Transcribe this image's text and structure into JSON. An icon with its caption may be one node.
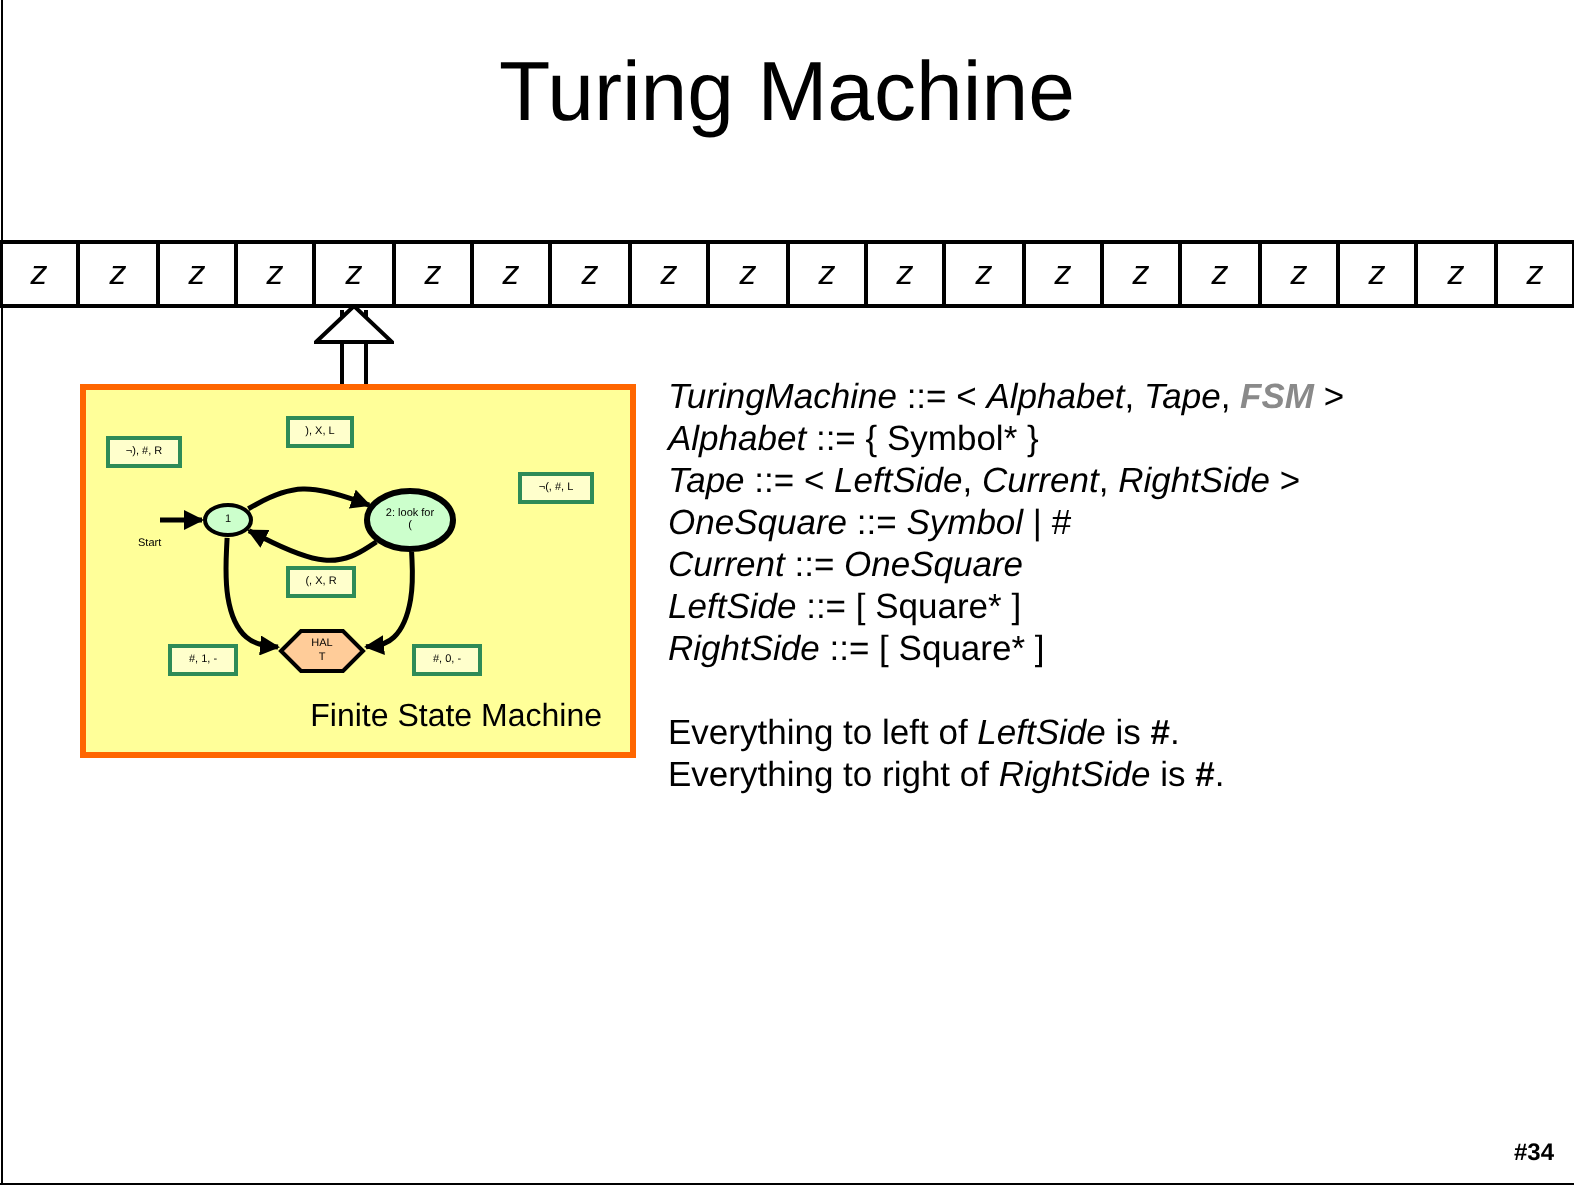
{
  "diagram": {
    "title": "Turing Machine",
    "nodes": [
      {
        "text": [
          "z"
        ]
      },
      {
        "text": [
          "z"
        ]
      },
      {
        "text": [
          "z"
        ]
      },
      {
        "text": [
          "z"
        ]
      },
      {
        "text": [
          "z"
        ]
      },
      {
        "text": [
          "z"
        ]
      },
      {
        "text": [
          "z"
        ]
      },
      {
        "text": [
          "z"
        ]
      },
      {
        "text": [
          "z"
        ]
      },
      {
        "text": [
          "z"
        ]
      },
      {
        "text": [
          "z"
        ]
      },
      {
        "text": [
          "z"
        ]
      },
      {
        "text": [
          "z"
        ]
      },
      {
        "text": [
          "z"
        ]
      },
      {
        "text": [
          "z"
        ]
      },
      {
        "text": [
          "z"
        ]
      },
      {
        "text": [
          "z"
        ]
      },
      {
        "text": [
          "z"
        ]
      },
      {
        "text": [
          "z"
        ]
      },
      {
        "text": [
          "z"
        ]
      },
      {
        "text": [
          "Finite State Machine"
        ]
      },
      {
        "text": [
          "1"
        ],
        "in": 20
      },
      {
        "text": [
          "2: look for ("
        ],
        "in": 20
      },
      {
        "text": [
          "HAL T"
        ],
        "in": 20
      },
      {
        "text": [
          "¬), #, R"
        ],
        "in": 20
      },
      {
        "text": [
          "), X, L"
        ],
        "in": 20
      },
      {
        "text": [
          "¬(, #, L"
        ],
        "in": 20
      },
      {
        "text": [
          "(, X, R"
        ],
        "in": 20
      },
      {
        "text": [
          "#, 1, -"
        ],
        "in": 20
      },
      {
        "text": [
          "#, 0, -"
        ],
        "in": 20
      }
    ],
    "edges": [
      {
        "from": 20,
        "to": 4,
        "arrow": "to",
        "style": "thick"
      },
      {
        "from": null,
        "to": 21,
        "arrow": "to"
      },
      {
        "from": 21,
        "to": 22,
        "arrow": "to"
      },
      {
        "from": 22,
        "to": 21,
        "arrow": "to"
      },
      {
        "from": 21,
        "to": 23,
        "arrow": "to"
      },
      {
        "from": 22,
        "to": 23,
        "arrow": "to"
      }
    ],
    "labels": [
      "Start",
      "*TuringMachine* ::= < *Alphabet*, *Tape*, **FSM** >",
      "*Alphabet* ::= { Symbol* }",
      "*Tape* ::= < *LeftSide*, *Current*, *RightSide* >",
      "*OneSquare* ::= *Symbol* | #",
      "*Current* ::= *OneSquare*",
      "*LeftSide* ::= [ Square* ]",
      "*RightSide* ::= [ Square* ]",
      "Everything to left of *LeftSide* is **#**.",
      "Everything to right of *RightSide* is **#**.",
      "#34"
    ]
  }
}
